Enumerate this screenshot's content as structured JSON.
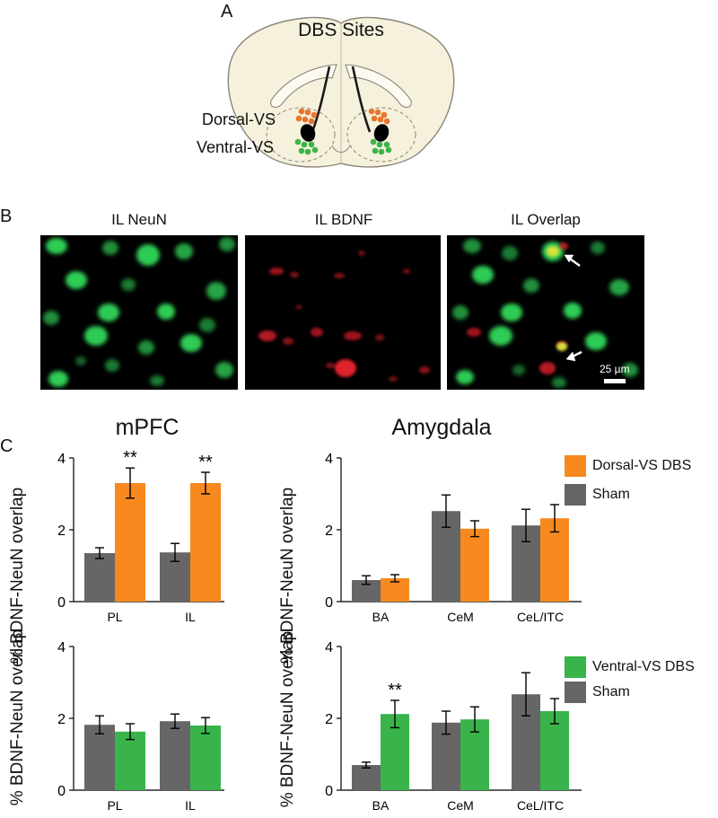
{
  "figure": {
    "panel_a": {
      "letter": "A",
      "title": "DBS Sites",
      "label_dorsal": "Dorsal-VS",
      "label_ventral": "Ventral-VS",
      "colors": {
        "brain_fill": "#f6f1dc",
        "dorsal": "#e8762c",
        "ventral": "#3bb54a",
        "lesion": "#000000"
      }
    },
    "panel_b": {
      "letter": "B",
      "images": [
        {
          "title": "IL NeuN",
          "type": "neun"
        },
        {
          "title": "IL BDNF",
          "type": "bdnf"
        },
        {
          "title": "IL Overlap",
          "type": "overlap"
        }
      ],
      "scale_bar": "25 µm"
    },
    "panel_c": {
      "letter": "C",
      "left_title": "mPFC",
      "right_title": "Amygdala",
      "ylabel": "% BDNF-NeuN overlap",
      "legend_top": {
        "treatment": "Dorsal-VS DBS",
        "sham": "Sham"
      },
      "legend_bottom": {
        "treatment": "Ventral-VS DBS",
        "sham": "Sham"
      },
      "colors": {
        "sham": "#666666",
        "dorsal": "#f7891f",
        "ventral": "#38b44a"
      }
    }
  },
  "chart_data": [
    {
      "type": "bar",
      "id": "mpfc-dorsal",
      "categories": [
        "PL",
        "IL"
      ],
      "series": [
        {
          "name": "Sham",
          "values": [
            1.35,
            1.37
          ],
          "errors": [
            0.15,
            0.25
          ]
        },
        {
          "name": "Dorsal-VS DBS",
          "values": [
            3.3,
            3.3
          ],
          "errors": [
            0.42,
            0.3
          ]
        }
      ],
      "significance": [
        "**",
        "**"
      ],
      "ylim": [
        0,
        4
      ],
      "yticks": [
        0,
        2,
        4
      ],
      "ylabel": "% BDNF-NeuN overlap"
    },
    {
      "type": "bar",
      "id": "amygdala-dorsal",
      "categories": [
        "BA",
        "CeM",
        "CeL/ITC"
      ],
      "series": [
        {
          "name": "Sham",
          "values": [
            0.6,
            2.52,
            2.12
          ],
          "errors": [
            0.12,
            0.45,
            0.45
          ]
        },
        {
          "name": "Dorsal-VS DBS",
          "values": [
            0.65,
            2.03,
            2.32
          ],
          "errors": [
            0.1,
            0.22,
            0.38
          ]
        }
      ],
      "significance": [
        "",
        "",
        ""
      ],
      "ylim": [
        0,
        4
      ],
      "yticks": [
        0,
        2,
        4
      ],
      "ylabel": "% BDNF-NeuN overlap"
    },
    {
      "type": "bar",
      "id": "mpfc-ventral",
      "categories": [
        "PL",
        "IL"
      ],
      "series": [
        {
          "name": "Sham",
          "values": [
            1.82,
            1.92
          ],
          "errors": [
            0.25,
            0.2
          ]
        },
        {
          "name": "Ventral-VS DBS",
          "values": [
            1.63,
            1.8
          ],
          "errors": [
            0.22,
            0.22
          ]
        }
      ],
      "significance": [
        "",
        ""
      ],
      "ylim": [
        0,
        4
      ],
      "yticks": [
        0,
        2,
        4
      ],
      "ylabel": "% BDNF-NeuN overlap"
    },
    {
      "type": "bar",
      "id": "amygdala-ventral",
      "categories": [
        "BA",
        "CeM",
        "CeL/ITC"
      ],
      "series": [
        {
          "name": "Sham",
          "values": [
            0.7,
            1.88,
            2.67
          ],
          "errors": [
            0.08,
            0.32,
            0.6
          ]
        },
        {
          "name": "Ventral-VS DBS",
          "values": [
            2.12,
            1.97,
            2.2
          ],
          "errors": [
            0.38,
            0.35,
            0.35
          ]
        }
      ],
      "significance": [
        "",
        "**",
        "",
        "",
        "",
        ""
      ],
      "ylim": [
        0,
        4
      ],
      "yticks": [
        0,
        2,
        4
      ],
      "ylabel": "% BDNF-NeuN overlap"
    }
  ]
}
